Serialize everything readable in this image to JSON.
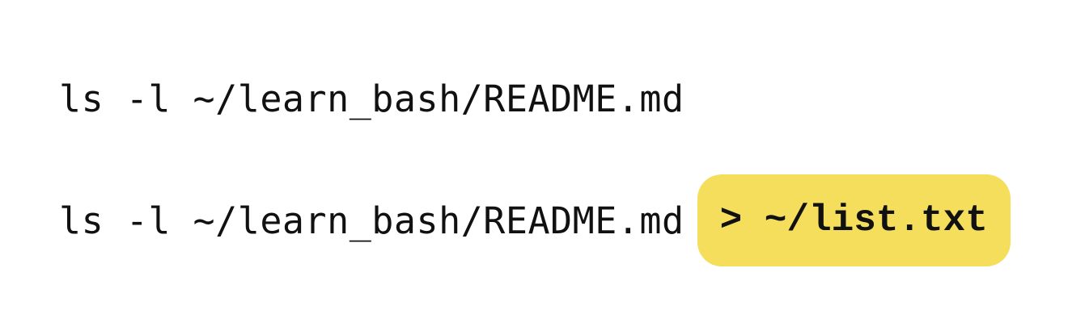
{
  "page": {
    "background_color": "#ffffff",
    "text_color": "#111111"
  },
  "terminal": {
    "line1": {
      "command": "ls -l ~/learn_bash/README.md"
    },
    "line2": {
      "command": "ls -l ~/learn_bash/README.md",
      "highlight_text": "> ~/list.txt",
      "highlight_color": "#F4DE5B"
    }
  }
}
